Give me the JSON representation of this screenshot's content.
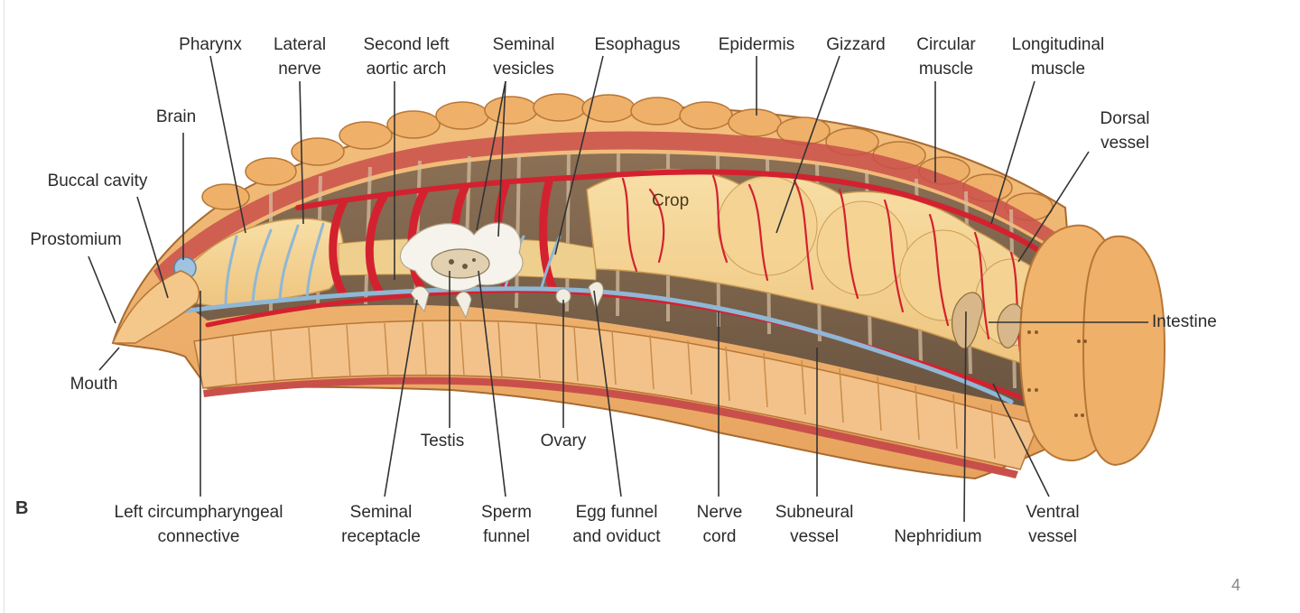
{
  "figure": {
    "panel_letter": "B",
    "page_number": "4",
    "colors": {
      "skin": "#f0b772",
      "skin_dark": "#d98d45",
      "gut": "#f6d79a",
      "vessel": "#d4212f",
      "nerve": "#8fb7d6",
      "muscle": "#c9504a",
      "leader": "#333333"
    }
  },
  "labels": {
    "pharynx": [
      "Pharynx"
    ],
    "lateral_nerve": [
      "Lateral",
      "nerve"
    ],
    "second_left_aortic_arch": [
      "Second left",
      "aortic arch"
    ],
    "seminal_vesicles": [
      "Seminal",
      "vesicles"
    ],
    "esophagus": [
      "Esophagus"
    ],
    "epidermis": [
      "Epidermis"
    ],
    "gizzard": [
      "Gizzard"
    ],
    "circular_muscle": [
      "Circular",
      "muscle"
    ],
    "longitudinal_muscle": [
      "Longitudinal",
      "muscle"
    ],
    "brain": [
      "Brain"
    ],
    "dorsal_vessel": [
      "Dorsal",
      "vessel"
    ],
    "buccal_cavity": [
      "Buccal cavity"
    ],
    "prostomium": [
      "Prostomium"
    ],
    "intestine": [
      "Intestine"
    ],
    "mouth": [
      "Mouth"
    ],
    "testis": [
      "Testis"
    ],
    "ovary": [
      "Ovary"
    ],
    "left_circumpharyngeal_connective": [
      "Left circumpharyngeal",
      "connective"
    ],
    "seminal_receptacle": [
      "Seminal",
      "receptacle"
    ],
    "sperm_funnel": [
      "Sperm",
      "funnel"
    ],
    "egg_funnel_and_oviduct": [
      "Egg funnel",
      "and oviduct"
    ],
    "nerve_cord": [
      "Nerve",
      "cord"
    ],
    "subneural_vessel": [
      "Subneural",
      "vessel"
    ],
    "nephridium": [
      "Nephridium"
    ],
    "ventral_vessel": [
      "Ventral",
      "vessel"
    ],
    "crop": [
      "Crop"
    ]
  }
}
